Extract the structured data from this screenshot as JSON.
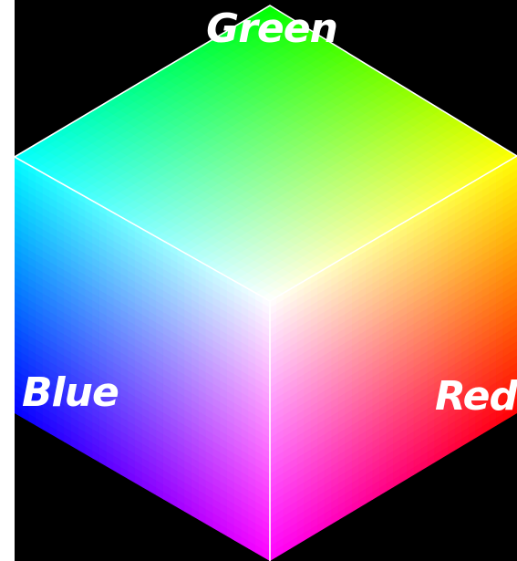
{
  "labels": {
    "green": "Green",
    "blue": "Blue",
    "red": "Red"
  },
  "colors": {
    "background": "#000000",
    "white": "#ffffff",
    "green": "#00ff00",
    "cyan": "#00ffff",
    "blue": "#0000ff",
    "magenta": "#ff00ff",
    "red": "#ff0000",
    "yellow": "#ffff00",
    "edge": "#ffffff",
    "label_text": "#ffffff"
  }
}
